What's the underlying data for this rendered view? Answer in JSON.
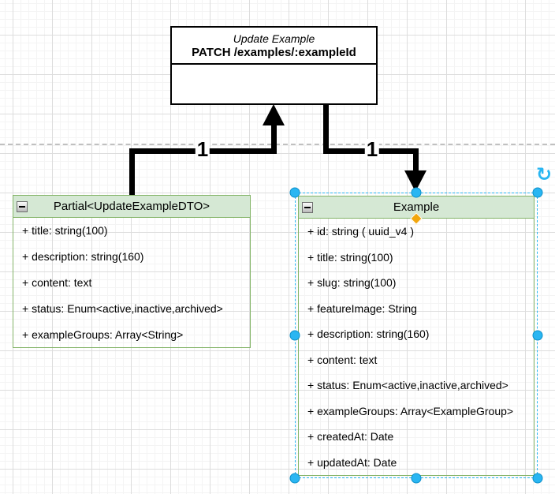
{
  "diagram": {
    "top_box": {
      "title": "Update Example",
      "subtitle": "PATCH /examples/:exampleId"
    },
    "left_class": {
      "title": "Partial<UpdateExampleDTO>",
      "fields": [
        "+ title: string(100)",
        "+ description: string(160)",
        "+ content: text",
        "+ status: Enum<active,inactive,archived>",
        "+ exampleGroups: Array<String>"
      ]
    },
    "right_class": {
      "title": "Example",
      "selected": true,
      "fields": [
        "+ id: string ( uuid_v4 )",
        "+ title: string(100)",
        "+ slug: string(100)",
        "+ featureImage: String",
        "+ description: string(160)",
        "+ content: text",
        "+ status: Enum<active,inactive,archived>",
        "+ exampleGroups: Array<ExampleGroup>",
        "+ createdAt: Date",
        "+ updatedAt: Date"
      ]
    },
    "edges": {
      "left_multiplicity": "1",
      "right_multiplicity": "1"
    }
  },
  "icons": {
    "collapse_icon": "minus-in-square",
    "rotate_glyph": "↻",
    "arrowhead_style": "block-filled"
  },
  "colors": {
    "class_header_fill": "#d5e8d4",
    "class_border": "#82b366",
    "selection_accent": "#29b6f2",
    "edit_handle_orange": "#f2a60d",
    "connector_black": "#000000",
    "page_divider_gray": "#c0c0c0"
  }
}
